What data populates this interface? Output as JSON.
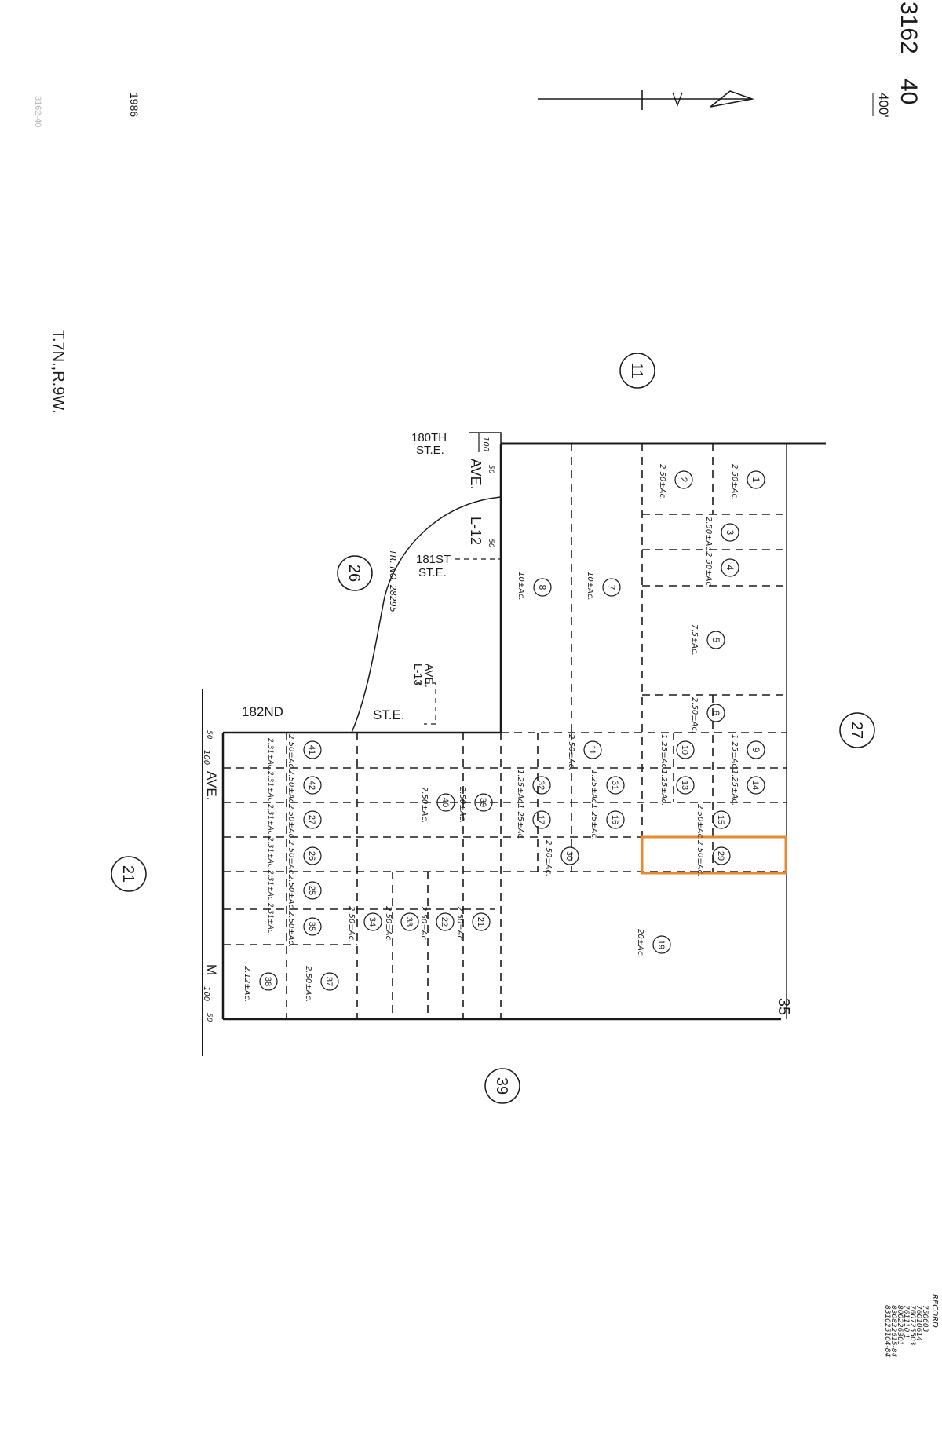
{
  "header": {
    "book": "3162",
    "page": "40",
    "scale": "400'",
    "ref_small": "3162-40",
    "ref_year": "1986",
    "township": "T.7N.,R.9W."
  },
  "sections": {
    "north": "11",
    "northwest": "26",
    "east": "27",
    "west": "21",
    "south": "39",
    "corner": "35"
  },
  "streets": {
    "s180_top": "180TH",
    "s180_bottom": "ST.E.",
    "s181_top": "181ST",
    "s181_bottom": "ST.E.",
    "s182": "182ND",
    "s182_st": "ST.E.",
    "ave_a": "AVE.",
    "ave_l12": "L-12",
    "ave_l13_ave": "AVE.",
    "ave_l13": "L-13",
    "ave_m_ave": "AVE.",
    "ave_m": "M",
    "tract": "TR. NO. 28295",
    "w100a": "100",
    "w100b": "100",
    "w100c": "100",
    "w50a": "50",
    "w50b": "50",
    "w50c": "50",
    "w50d": "50"
  },
  "parcels": [
    {
      "num": "1",
      "area": "2.50±Ac."
    },
    {
      "num": "2",
      "area": "2.50±Ac."
    },
    {
      "num": "3",
      "area": "2.50±Ac."
    },
    {
      "num": "4",
      "area": "2.50±Ac."
    },
    {
      "num": "5",
      "area": "7.5±Ac."
    },
    {
      "num": "6",
      "area": "2.50±Ac."
    },
    {
      "num": "7",
      "area": "10±Ac."
    },
    {
      "num": "8",
      "area": "10±Ac."
    },
    {
      "num": "9",
      "area": "1.25±Ac."
    },
    {
      "num": "10",
      "area": "1.25±Ac."
    },
    {
      "num": "11",
      "area": "2.50±Ac."
    },
    {
      "num": "13",
      "area": "1.25±Ac."
    },
    {
      "num": "14",
      "area": "1.25±Ac."
    },
    {
      "num": "15",
      "area": "2.50±Ac."
    },
    {
      "num": "16",
      "area": "1.25±Ac."
    },
    {
      "num": "17",
      "area": "1.25±Ac."
    },
    {
      "num": "19",
      "area": "20±Ac."
    },
    {
      "num": "21",
      "area": "2.50±Ac."
    },
    {
      "num": "22",
      "area": "2.50±Ac."
    },
    {
      "num": "25",
      "area": "2.50±Ac."
    },
    {
      "num": "26",
      "area": "2.50±Ac."
    },
    {
      "num": "27",
      "area": "2.50±Ac."
    },
    {
      "num": "29",
      "area": "2.50±Ac."
    },
    {
      "num": "30",
      "area": "2.50±Ac."
    },
    {
      "num": "31",
      "area": "1.25±Ac."
    },
    {
      "num": "32",
      "area": "1.25±Ac."
    },
    {
      "num": "33",
      "area": "2.50±Ac."
    },
    {
      "num": "34",
      "area": "2.50±Ac."
    },
    {
      "num": "35",
      "area": "2.50±Ac."
    },
    {
      "num": "37",
      "area": "2.50±Ac."
    },
    {
      "num": "38",
      "area": "2.12±Ac."
    },
    {
      "num": "39",
      "area": "2.50±Ac."
    },
    {
      "num": "40",
      "area": "7.50±Ac."
    },
    {
      "num": "41",
      "area": "2.50±Ac."
    },
    {
      "num": "42",
      "area": "2.50±Ac."
    }
  ],
  "lot_strip": [
    "2.31±Ac.",
    "2.31±Ac.",
    "2.31±Ac.",
    "2.31±Ac.",
    "2.31±Ac.",
    "2.31±Ac."
  ],
  "highlight": {
    "parcel": "29",
    "color": "#e8892f"
  },
  "history": {
    "title": "RECORD",
    "entries": [
      "750603",
      "76010614",
      "760725503",
      "761110.1",
      "800226301",
      "830822615-84",
      "831025104-84"
    ]
  },
  "colors": {
    "ink": "#1a1a1a",
    "faint": "#b5b5b5",
    "highlight": "#e8892f"
  }
}
